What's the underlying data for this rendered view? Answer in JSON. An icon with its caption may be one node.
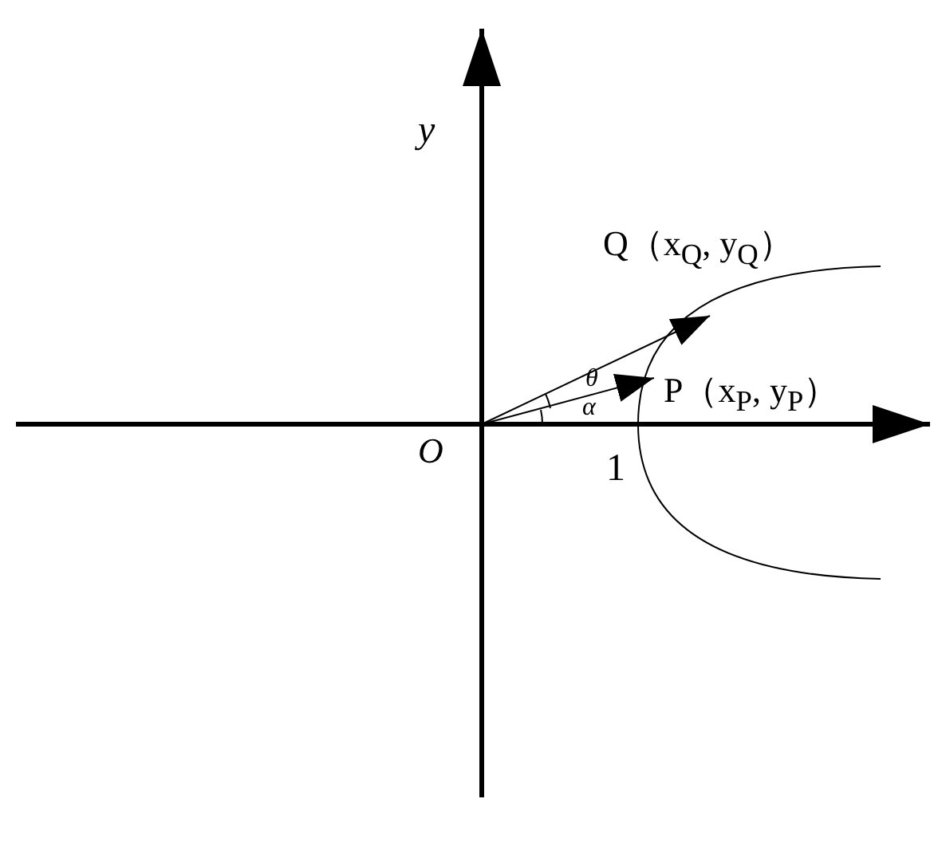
{
  "diagram": {
    "nodes": [
      {
        "text": [
          "O"
        ]
      },
      {
        "text": [
          "P（x$_{P}$, y$_{P}$）"
        ]
      },
      {
        "text": [
          "Q（x$_{Q}$, y$_{Q}$）"
        ]
      }
    ],
    "edges": [
      {
        "from": 0,
        "to": 1,
        "arrow": "to"
      },
      {
        "from": 0,
        "to": 2,
        "arrow": "to"
      }
    ],
    "labels": [
      "y",
      "θ",
      "α",
      "1"
    ]
  }
}
